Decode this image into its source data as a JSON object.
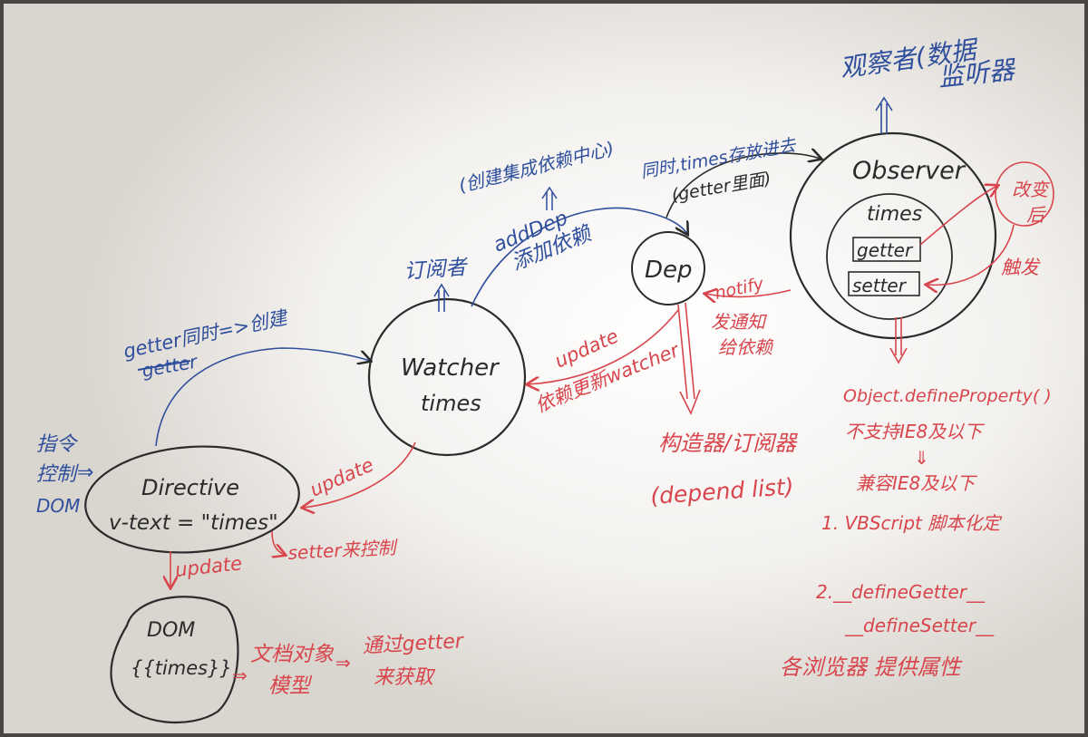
{
  "colors": {
    "ink_black": "#2b2b2b",
    "ink_blue": "#2f4f9c",
    "ink_red": "#d8454c",
    "paper": "#f2f0ec"
  },
  "observer": {
    "label": "Observer",
    "title_line1": "观察者(数据",
    "title_line2": "监听器",
    "inner_times": "times",
    "getter": "getter",
    "setter": "setter",
    "change_line1": "改变",
    "change_line2": "后",
    "trigger": "触发"
  },
  "dep": {
    "label": "Dep",
    "subscriber_list": "构造器/订阅器",
    "depend_list": "(depend list)",
    "put_in_line1": "同时,times存放进去",
    "put_in_line2": "(getter里面)",
    "notify": "notify",
    "notify_cn_1": "发通知",
    "notify_cn_2": "给依赖"
  },
  "watcher": {
    "label_line1": "Watcher",
    "label_line2": "times",
    "subscriber": "订阅者",
    "adddep": "addDep",
    "add_dependency": "添加依赖",
    "create_center": "(创建集成依赖中心)",
    "update": "update",
    "update_watcher": "依赖更新watcher"
  },
  "directive": {
    "label_line1": "Directive",
    "label_line2": "v-text = \"times\"",
    "getter_create": "getter同时=>创建",
    "crossed": "getter",
    "instruction_line1": "指令",
    "instruction_line2": "控制",
    "instruction_line3": "DOM",
    "update": "update",
    "setter_control": "setter来控制"
  },
  "dom": {
    "label_line1": "DOM",
    "label_line2": "{{times}}",
    "update": "update",
    "doc_model_line1": "文档对象",
    "doc_model_line2": "模型",
    "get_via_getter_line1": "通过getter",
    "get_via_getter_line2": "来获取"
  },
  "notes": {
    "define_property": "Object.defineProperty( )",
    "no_ie8": "不支持IE8及以下",
    "compat_ie8": "兼容IE8及以下",
    "item1": "1. VBScript 脚本化定",
    "item2": "2.__defineGetter__",
    "item2b": "__defineSetter__",
    "item3": "各浏览器 提供属性"
  }
}
